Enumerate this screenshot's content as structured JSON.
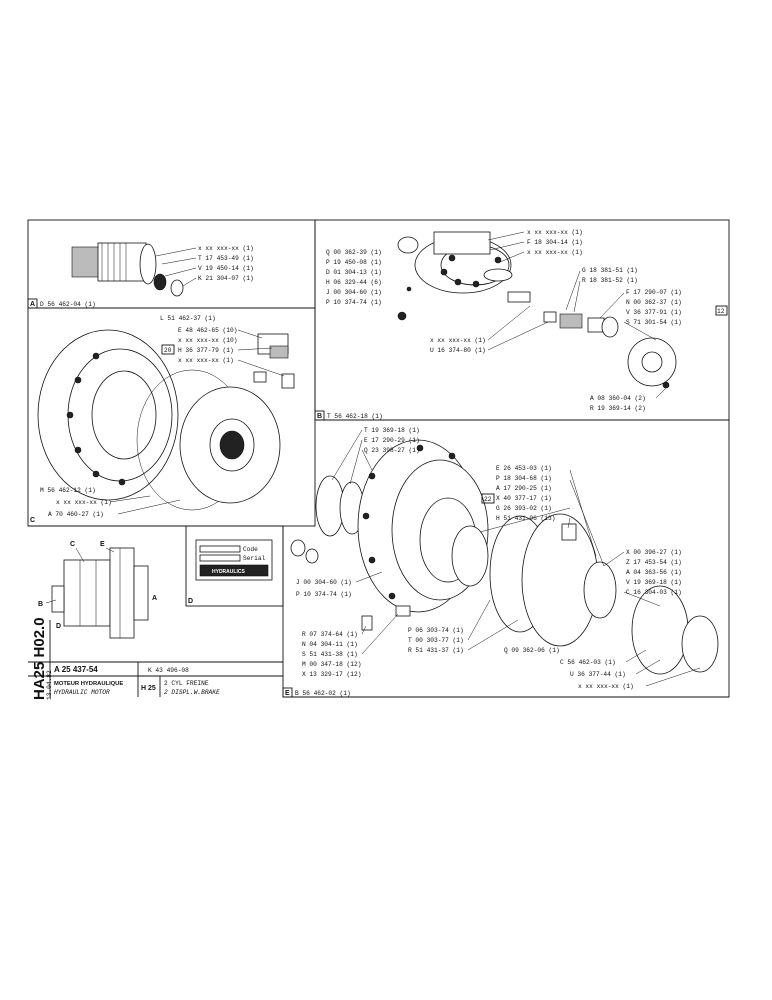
{
  "sections": {
    "A": {
      "letter": "A",
      "code": "D 56 462-04 (1)"
    },
    "B": {
      "letter": "B",
      "code": "T 56 462-18 (1)"
    },
    "C": {
      "letter": "C"
    },
    "D": {
      "letter": "D"
    },
    "E": {
      "letter": "E",
      "code": "B 56 462-02 (1)"
    }
  },
  "callouts_a": [
    "x xx xxx-xx (1)",
    "T 17 453-49 (1)",
    "V 19 450-14 (1)",
    "K 21 304-07 (1)"
  ],
  "callouts_b_left": [
    "Q 00 362-39 (1)",
    "P 19 450-08 (1)",
    "D 01 304-13 (1)",
    "H 06 329-44 (6)",
    "J 00 304-60 (1)",
    "P 10 374-74 (1)"
  ],
  "callouts_b_top": [
    "x xx xxx-xx (1)",
    "F 18 304-14 (1)",
    "x xx xxx-xx (1)"
  ],
  "callouts_b_right": [
    "G 18 381-51 (1)",
    "R 18 381-52 (1)",
    "F 17 290-07 (1)",
    "N 00 362-37 (1)",
    "V 36 377-91 (1)",
    "S 71 301-54 (1)"
  ],
  "callouts_b_bottom": [
    "x xx xxx-xx (1)",
    "U 16 374-80 (1)"
  ],
  "callouts_b_lower": [
    "A 08 360-04 (2)",
    "R 19 369-14 (2)"
  ],
  "callouts_c_top": [
    "L 51 462-37 (1)",
    "E 48 462-65 (10)",
    "x xx xxx-xx (10)",
    "H 36 377-79 (1)",
    "x xx xxx-xx (1)"
  ],
  "callouts_c_bottom": [
    "M 56 462-12 (1)",
    "x xx xxx-xx (1)",
    "A 70 460-27 (1)"
  ],
  "callouts_e_top": [
    "T 19 369-18 (1)",
    "E 17 290-29 (1)",
    "Q 23 398-27 (1)"
  ],
  "callouts_e_mid": [
    "E 26 453-03 (1)",
    "P 18 304-68 (1)",
    "A 17 290-25 (1)",
    "X 40 377-17 (1)",
    "G 26 393-02 (1)",
    "H 51 431-06 (13)"
  ],
  "callouts_e_right": [
    "X 00 396-27 (1)",
    "Z 17 453-54 (1)",
    "A 04 363-56 (1)",
    "C 16 304-03 (1)",
    "V 19 369-18 (1)"
  ],
  "callouts_e_left": [
    "J 00 304-60 (1)",
    "P 10 374-74 (1)"
  ],
  "callouts_e_lowleft": [
    "R 07 374-64 (1)",
    "N 04 304-11 (1)",
    "S 51 431-38 (1)",
    "M 00 347-18 (12)",
    "X 13 329-17 (12)"
  ],
  "callouts_e_lowmid": [
    "P 06 303-74 (1)",
    "T 00 303-77 (1)",
    "R 51 431-37 (1)",
    "Q 09 362-06 (1)"
  ],
  "callouts_e_lowright": [
    "C 56 462-03 (1)",
    "U 36 377-44 (1)",
    "x xx xxx-xx (1)"
  ],
  "ref_marks": {
    "h36": "20",
    "v36": "12",
    "x40": "22"
  },
  "nameplate": {
    "row1": "Code",
    "row2": "Serial",
    "brand": "HYDRAULICS"
  },
  "section_view_labels": {
    "a": "A",
    "b": "B",
    "c": "C",
    "d": "D",
    "e": "E"
  },
  "title_block": {
    "drawing_no": "HA25 H02.0",
    "date": "13.04.82",
    "part_no": "A 25 437-54",
    "revision": "K 43 496-08",
    "name_fr": "MOTEUR HYDRAULIQUE",
    "name_en": "HYDRAULIC MOTOR",
    "model": "H 25",
    "variant_fr": "2 CYL FREINE",
    "variant_en": "2 DISPL.W.BRAKE"
  },
  "colors": {
    "ink": "#111111",
    "paper": "#ffffff"
  }
}
